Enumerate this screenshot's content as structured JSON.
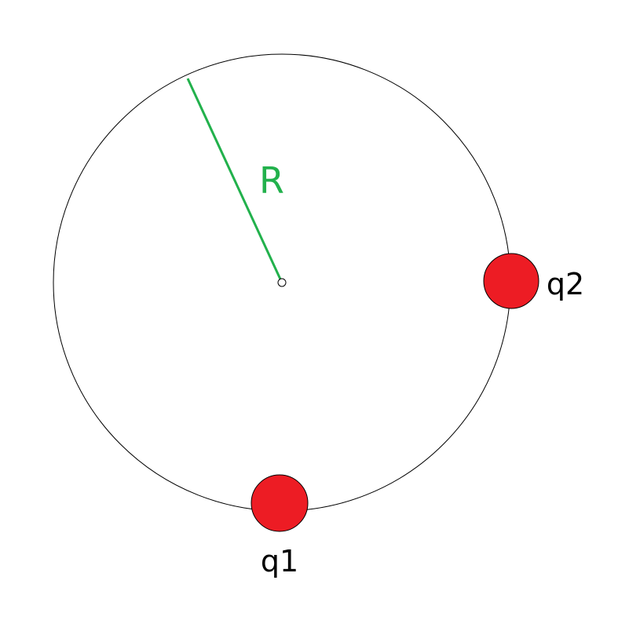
{
  "diagram": {
    "radius_label": "R",
    "charges": [
      {
        "label": "q1"
      },
      {
        "label": "q2"
      }
    ],
    "colors": {
      "circle_stroke": "#000000",
      "radius_line": "#22b14c",
      "charge_fill": "#ed1c24",
      "charge_stroke": "#000000",
      "text": "#000000"
    }
  }
}
